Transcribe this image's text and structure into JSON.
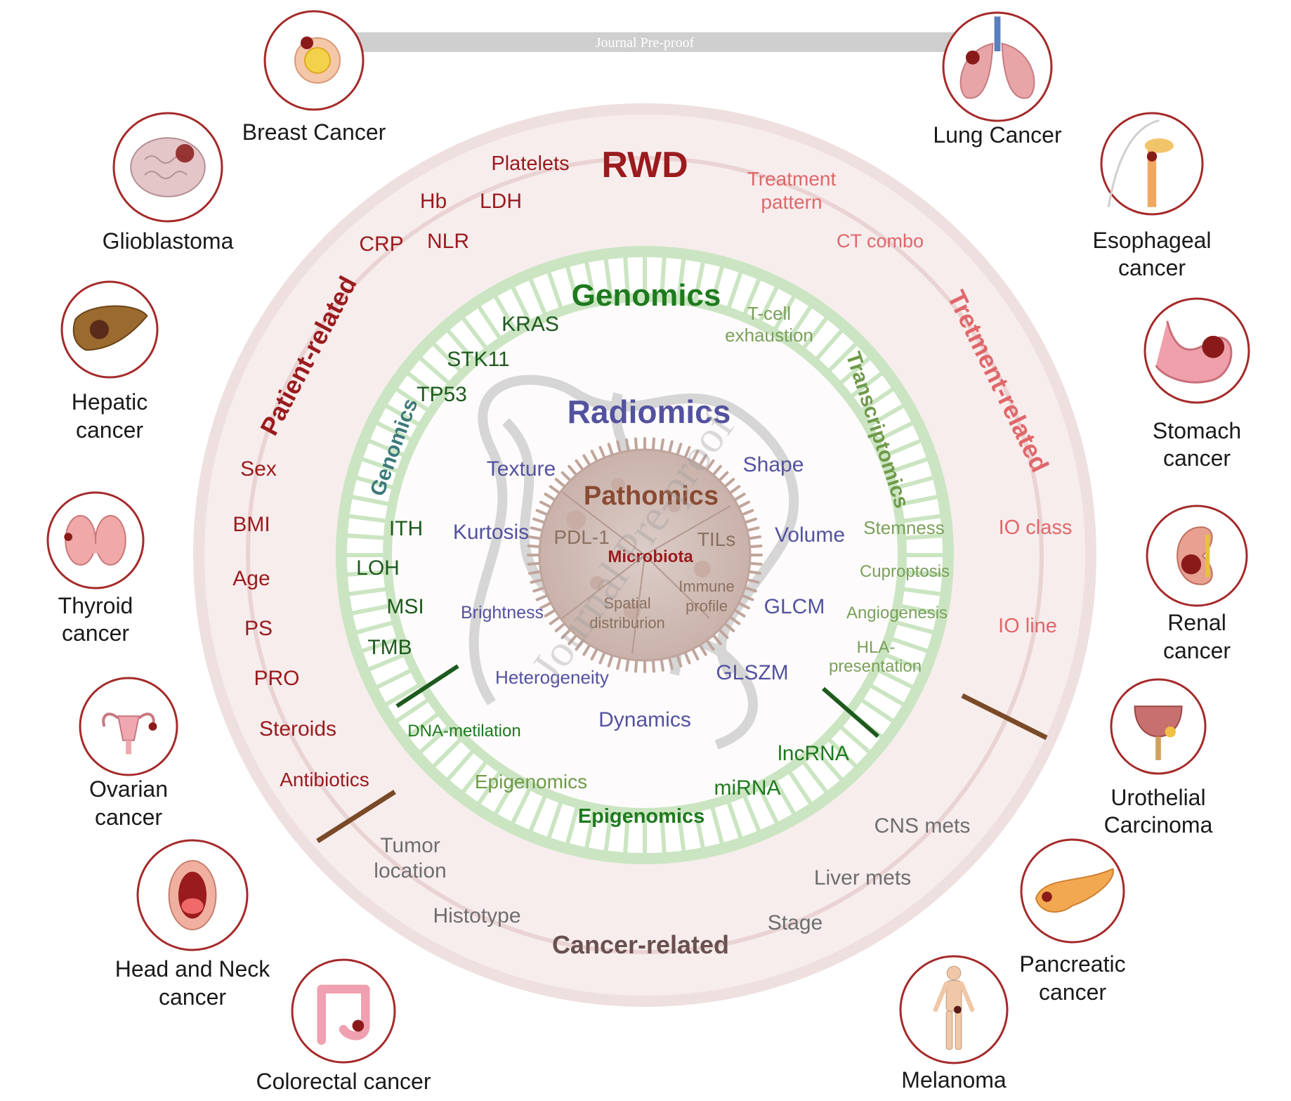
{
  "header": {
    "journal_label": "Journal Pre-proof"
  },
  "watermark": "Journal Pre-proof",
  "colors": {
    "rwd_dark": "#9a1b1e",
    "rwd_light": "#e0676a",
    "rwd_ring": "#f3e3e3",
    "genomics_green": "#1e7a1e",
    "genomics_light": "#6f9a4a",
    "genomics_ring": "#cfe6c6",
    "transcript_green": "#7aa05a",
    "radiomics_purple": "#5352a0",
    "pathomics_brown": "#8a4a32",
    "cancer_related": "#6a5050",
    "tumor_gray": "#6e6e6e",
    "divider_brown": "#7a4a28",
    "divider_green": "#1e5a1e",
    "icon_border": "#a52a2a"
  },
  "cancers": [
    {
      "name": "Breast Cancer",
      "icon": "breast-icon"
    },
    {
      "name": "Lung Cancer",
      "icon": "lungs-icon"
    },
    {
      "name": "Glioblastoma",
      "icon": "brain-icon"
    },
    {
      "name": "Esophageal cancer",
      "icon": "esophagus-icon"
    },
    {
      "name": "Hepatic cancer",
      "icon": "liver-icon"
    },
    {
      "name": "Stomach cancer",
      "icon": "stomach-icon"
    },
    {
      "name": "Thyroid cancer",
      "icon": "thyroid-icon"
    },
    {
      "name": "Renal cancer",
      "icon": "kidney-icon"
    },
    {
      "name": "Ovarian cancer",
      "icon": "uterus-icon"
    },
    {
      "name": "Urothelial Carcinoma",
      "icon": "bladder-icon"
    },
    {
      "name": "Head and Neck cancer",
      "icon": "mouth-icon"
    },
    {
      "name": "Pancreatic cancer",
      "icon": "pancreas-icon"
    },
    {
      "name": "Colorectal cancer",
      "icon": "colon-icon"
    },
    {
      "name": "Melanoma",
      "icon": "human-body-icon"
    }
  ],
  "rwd": {
    "title": "RWD",
    "patient_related": "Patient-related",
    "treatment_related": "Tretment-related",
    "cancer_related": "Cancer-related",
    "labs": [
      "Platelets",
      "Hb",
      "LDH",
      "CRP",
      "NLR"
    ],
    "patient_items": [
      "Sex",
      "BMI",
      "Age",
      "PS",
      "PRO",
      "Steroids",
      "Antibiotics"
    ],
    "treatment_items": [
      "Treatment pattern",
      "CT combo",
      "IO class",
      "IO line"
    ],
    "cancer_items": [
      "Tumor location",
      "Histotype",
      "Stage",
      "Liver mets",
      "CNS mets"
    ]
  },
  "genomics": {
    "title": "Genomics",
    "side_genomics": "Genomics",
    "side_transcriptomics": "Transcriptomics",
    "side_epigenomics": "Epigenomics",
    "genomic_items": [
      "KRAS",
      "STK11",
      "TP53",
      "ITH",
      "LOH",
      "MSI",
      "TMB"
    ],
    "transcript_items": [
      "T-cell exhaustion",
      "Stemness",
      "Cuproptosis",
      "Angiogenesis",
      "HLA- presentation"
    ],
    "epigenomic_items": [
      "DNA-metilation",
      "Epigenomics",
      "miRNA",
      "lncRNA"
    ]
  },
  "radiomics": {
    "title": "Radiomics",
    "items": [
      "Texture",
      "Shape",
      "Kurtosis",
      "Volume",
      "Brightness",
      "GLCM",
      "Heterogeneity",
      "GLSZM",
      "Dynamics"
    ]
  },
  "pathomics": {
    "title": "Pathomics",
    "items": [
      "PDL-1",
      "TILs",
      "Microbiota",
      "Spatial distriburion",
      "Immune profile"
    ]
  }
}
